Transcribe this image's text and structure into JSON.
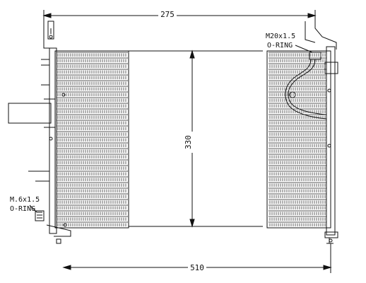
{
  "dimensions": {
    "top_width": "275",
    "height": "330",
    "bottom_width": "510"
  },
  "callouts": {
    "upper_fitting_thread": "M20x1.5",
    "upper_fitting_seal": "O-RING",
    "lower_fitting_thread": "M.6x1.5",
    "lower_fitting_seal": "O-RING"
  }
}
